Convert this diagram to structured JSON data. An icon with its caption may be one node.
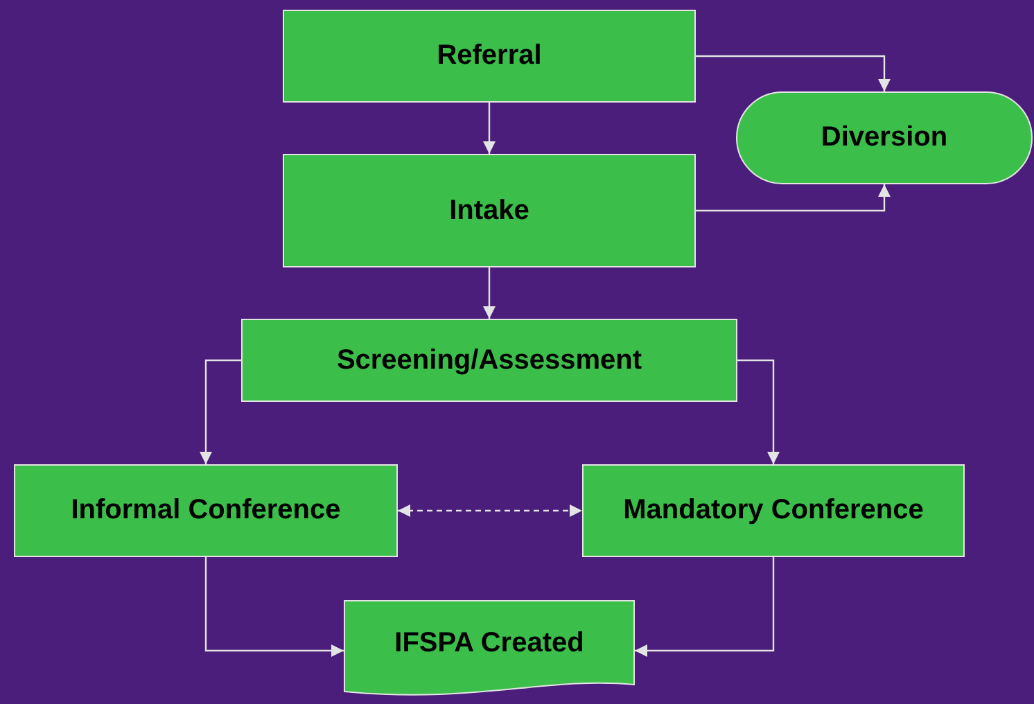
{
  "diagram": {
    "nodes": [
      {
        "text": [
          "Referral"
        ]
      },
      {
        "text": [
          "Diversion"
        ]
      },
      {
        "text": [
          "Intake"
        ]
      },
      {
        "text": [
          "Screening/Assessment"
        ]
      },
      {
        "text": [
          "Informal Conference"
        ]
      },
      {
        "text": [
          "Mandatory Conference"
        ]
      },
      {
        "text": [
          "IFSPA Created"
        ]
      }
    ],
    "edges": [
      {
        "from": 0,
        "to": 2,
        "arrow": "to"
      },
      {
        "from": 0,
        "to": 1,
        "arrow": "to"
      },
      {
        "from": 2,
        "to": 1,
        "arrow": "to"
      },
      {
        "from": 2,
        "to": 3,
        "arrow": "to"
      },
      {
        "from": 3,
        "to": 4,
        "arrow": "to"
      },
      {
        "from": 3,
        "to": 5,
        "arrow": "to"
      },
      {
        "from": 4,
        "to": 5,
        "arrow": "both",
        "style": "dashed"
      },
      {
        "from": 4,
        "to": 6,
        "arrow": "to"
      },
      {
        "from": 5,
        "to": 6,
        "arrow": "to"
      }
    ]
  }
}
